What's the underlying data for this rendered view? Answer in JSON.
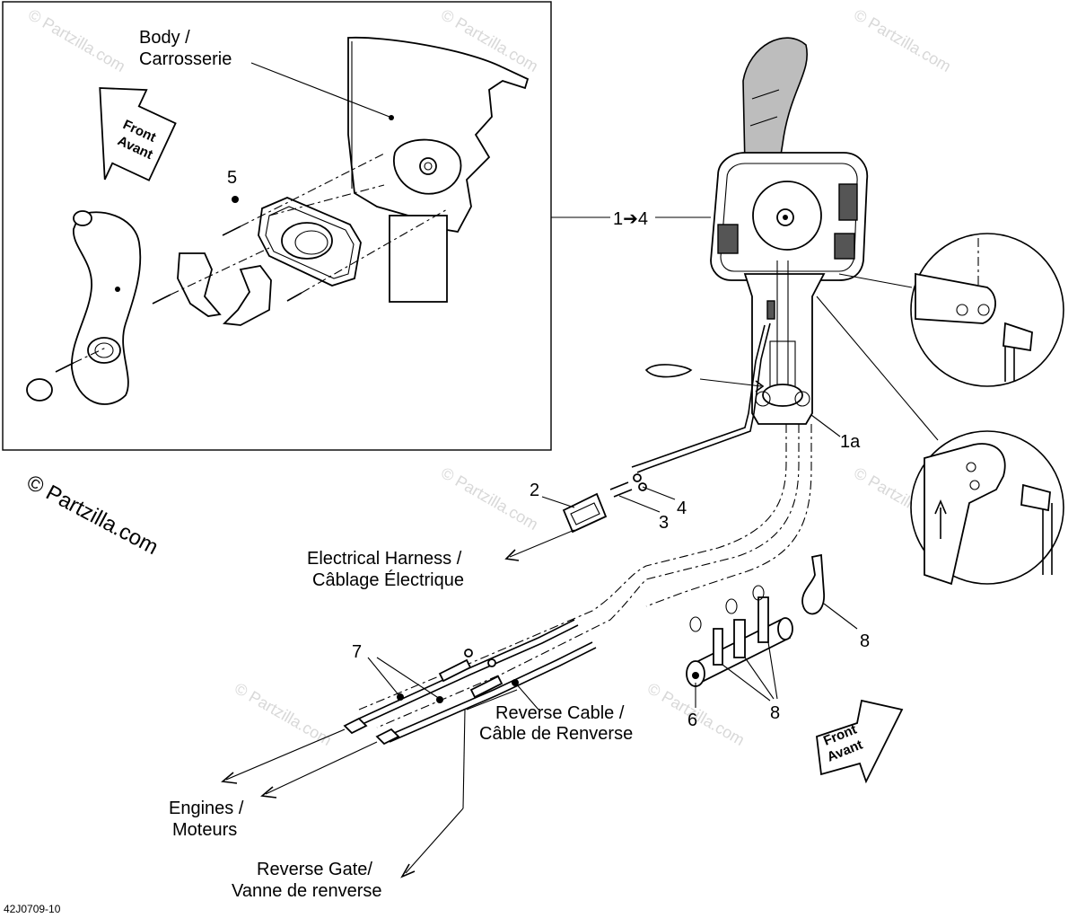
{
  "watermarks": [
    "© Partzilla.com",
    "© Partzilla.com",
    "© Partzilla.com",
    "© Partzilla.com",
    "© Partzilla.com",
    "© Partzilla.com",
    "© Partzilla.com"
  ],
  "copyright": "© Partzilla.com",
  "diagram_code": "42J0709-10",
  "labels": {
    "body_1": "Body /",
    "body_2": "Carrosserie",
    "front_top_1": "Front",
    "front_top_2": "Avant",
    "front_bottom_1": "Front",
    "front_bottom_2": "Avant",
    "harness_1": "Electrical  Harness /",
    "harness_2": "Câblage Électrique",
    "reverse_cable_1": "Reverse Cable /",
    "reverse_cable_2": "Câble de Renverse",
    "engines_1": "Engines /",
    "engines_2": "Moteurs",
    "reverse_gate_1": "Reverse Gate/",
    "reverse_gate_2": "Vanne de renverse"
  },
  "callouts": {
    "c1to4": "1➔4",
    "c1a": "1a",
    "c2": "2",
    "c3": "3",
    "c4": "4",
    "c5": "5",
    "c6": "6",
    "c7": "7",
    "c8a": "8",
    "c8b": "8"
  }
}
